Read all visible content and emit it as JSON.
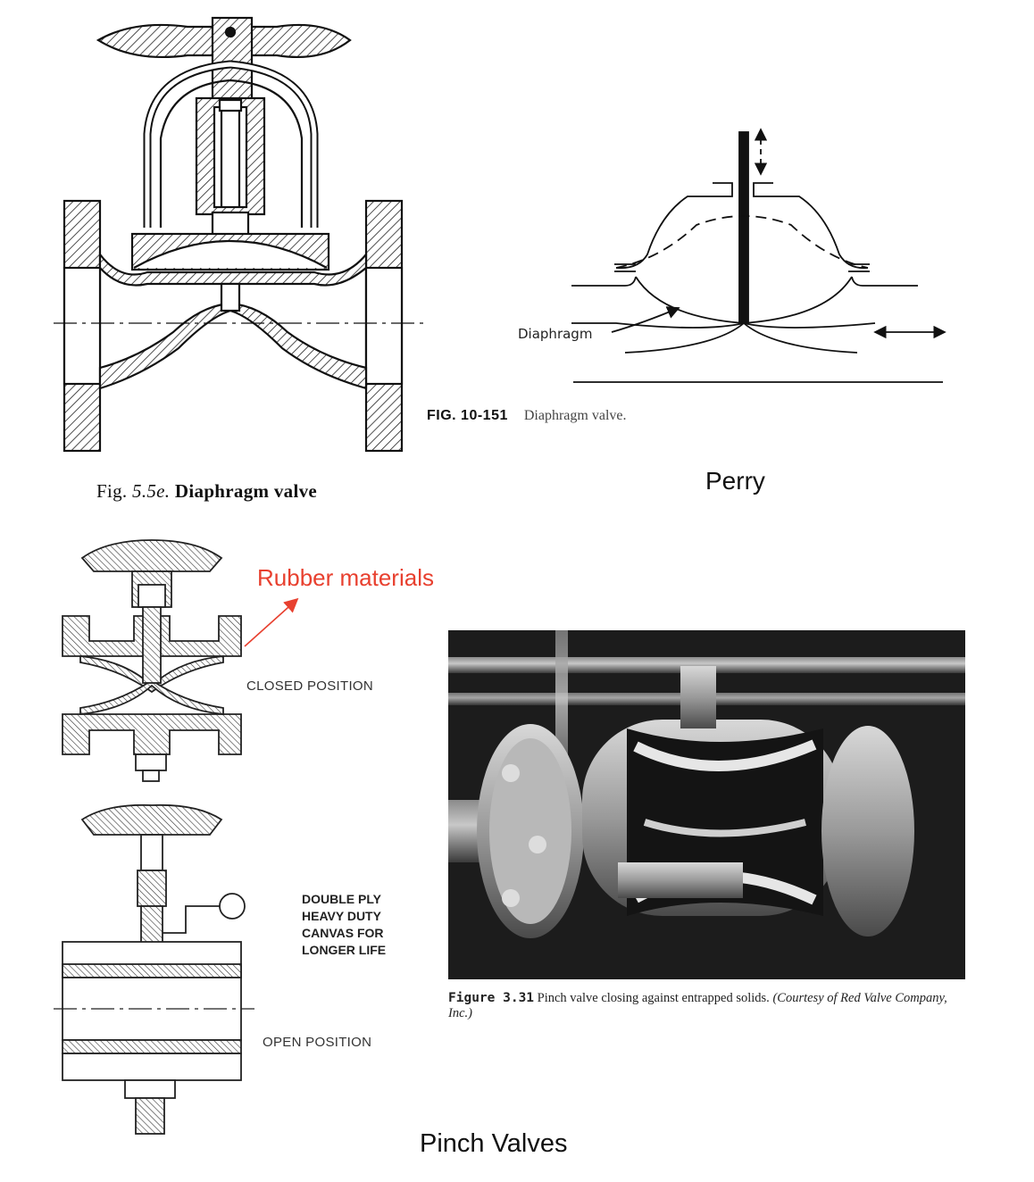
{
  "fig55": {
    "prefix": "Fig.",
    "number": "5.5e.",
    "title": "Diaphragm valve"
  },
  "fig10_151": {
    "number": "FIG. 10-151",
    "title": "Diaphragm valve.",
    "diaphragm_label": "Diaphragm"
  },
  "perry_label": "Perry",
  "rubber_label": "Rubber materials",
  "closed_position": "CLOSED POSITION",
  "open_position": "OPEN POSITION",
  "canvas_note": [
    "DOUBLE PLY",
    "HEAVY DUTY",
    "CANVAS FOR",
    "LONGER LIFE"
  ],
  "fig3_31": {
    "number": "Figure 3.31",
    "text": "Pinch valve closing against entrapped solids.",
    "credit": "(Courtesy of Red Valve Company, Inc.)"
  },
  "pinch_title": "Pinch Valves",
  "colors": {
    "annotation_red": "#e8402f",
    "ink": "#111111"
  }
}
